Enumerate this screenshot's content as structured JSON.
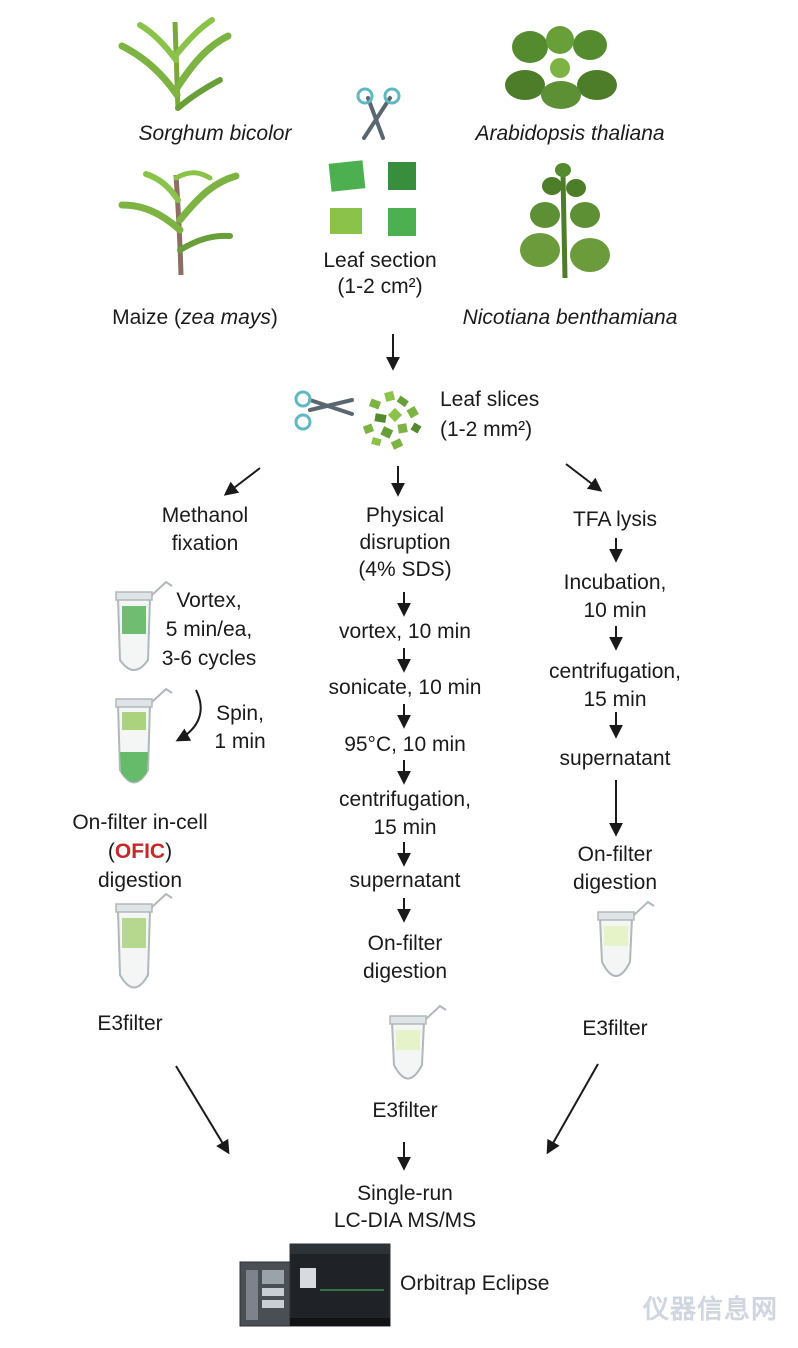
{
  "species": {
    "sorghum": "Sorghum bicolor",
    "arabidopsis": "Arabidopsis thaliana",
    "maize_prefix": "Maize (",
    "maize_italic": "zea mays",
    "maize_suffix": ")",
    "nicotiana": "Nicotiana benthamiana"
  },
  "leaf_section": {
    "line1": "Leaf section",
    "line2": "(1-2 cm²)"
  },
  "leaf_slices": {
    "line1": "Leaf slices",
    "line2": "(1-2 mm²)"
  },
  "left": {
    "title1": "Methanol",
    "title2": "fixation",
    "vortex1": "Vortex,",
    "vortex2": "5 min/ea,",
    "vortex3": "3-6 cycles",
    "spin1": "Spin,",
    "spin2": "1 min",
    "ofic1": "On-filter in-cell",
    "ofic_open": "(",
    "ofic_acronym": "OFIC",
    "ofic_close": ")",
    "ofic3": "digestion",
    "e3": "E3filter"
  },
  "middle": {
    "title1": "Physical",
    "title2": "disruption",
    "title3": "(4% SDS)",
    "step1": "vortex, 10 min",
    "step2": "sonicate, 10 min",
    "step3": "95°C, 10 min",
    "step4a": "centrifugation,",
    "step4b": "15 min",
    "step5": "supernatant",
    "step6a": "On-filter",
    "step6b": "digestion",
    "e3": "E3filter"
  },
  "right": {
    "title": "TFA lysis",
    "step1a": "Incubation,",
    "step1b": "10 min",
    "step2a": "centrifugation,",
    "step2b": "15 min",
    "step3": "supernatant",
    "step4a": "On-filter",
    "step4b": "digestion",
    "e3": "E3filter"
  },
  "final": {
    "line1": "Single-run",
    "line2": "LC-DIA MS/MS",
    "instrument": "Orbitrap Eclipse"
  },
  "watermark": "仪器信息网",
  "colors": {
    "leaf_dark": "#2e7d32",
    "leaf_mid": "#4caf50",
    "leaf_light": "#8bc34a",
    "stem_brown": "#8d6e63",
    "scissor_blade": "#5b6770",
    "scissor_handle": "#5fb8c2",
    "ofic_red": "#c62828"
  }
}
